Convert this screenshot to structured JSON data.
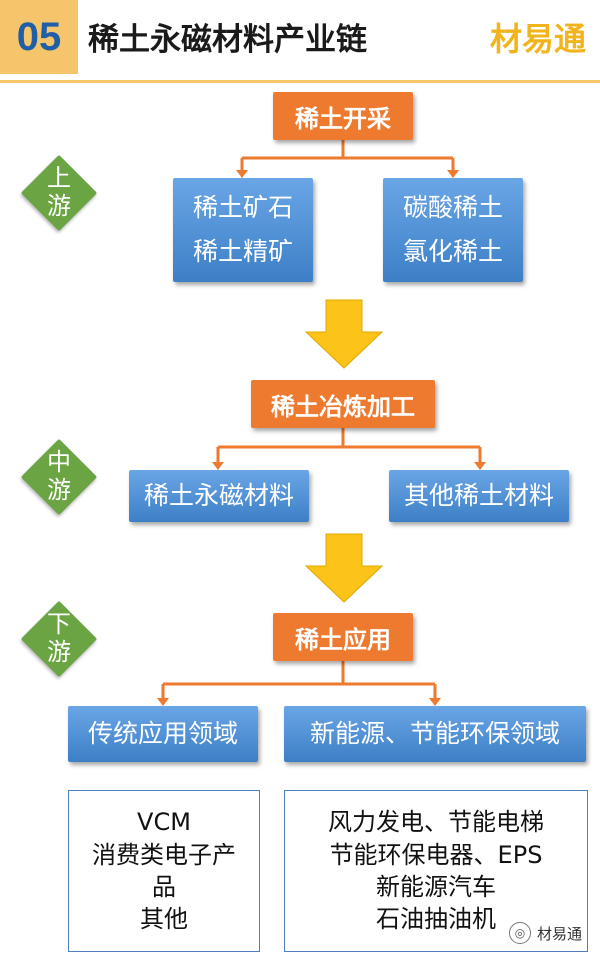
{
  "header": {
    "number": "05",
    "title": "稀土永磁材料产业链",
    "brand": "材易通"
  },
  "upstream": {
    "tag": [
      "上",
      "游"
    ],
    "root": "稀土开采",
    "left": [
      "稀土矿石",
      "稀土精矿"
    ],
    "right": [
      "碳酸稀土",
      "氯化稀土"
    ]
  },
  "midstream": {
    "tag": [
      "中",
      "游"
    ],
    "root": "稀土冶炼加工",
    "left": "稀土永磁材料",
    "right": "其他稀土材料"
  },
  "downstream": {
    "tag": [
      "下",
      "游"
    ],
    "root": "稀土应用",
    "left": "传统应用领域",
    "right": "新能源、节能环保领域",
    "left_items": [
      "VCM",
      "消费类电子产",
      "品",
      "其他"
    ],
    "right_items": [
      "风力发电、节能电梯",
      "节能环保电器、EPS",
      "新能源汽车",
      "石油抽油机"
    ]
  },
  "watermark": {
    "icon": "wechat-icon",
    "text": "材易通"
  }
}
